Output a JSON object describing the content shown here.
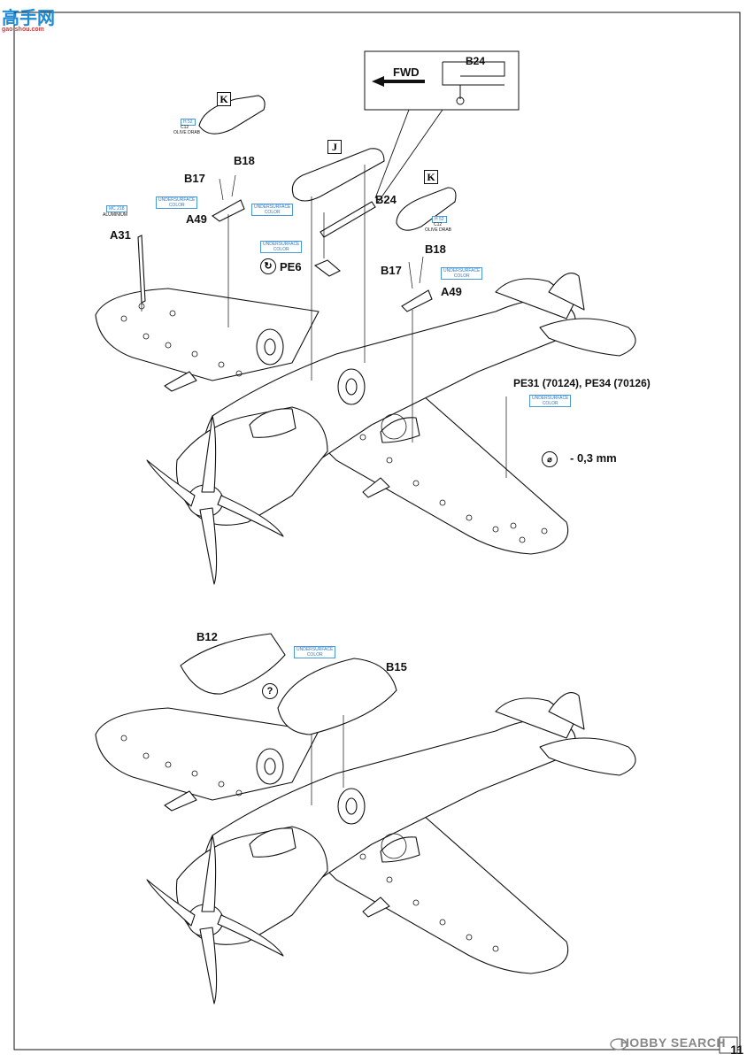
{
  "watermark_top": {
    "chars": "高手网",
    "url": "gao-shou.com"
  },
  "watermark_bottom": "HOBBY SEARCH",
  "page_number": "11",
  "fwd_box": {
    "arrow_label": "FWD",
    "part": "B24"
  },
  "upper": {
    "part_k_left": "K",
    "part_k_right": "K",
    "part_j": "J",
    "b18_left": "B18",
    "b17_left": "B17",
    "a49_left": "A49",
    "a31": "A31",
    "b24": "B24",
    "pe6": "PE6",
    "b18_right": "B18",
    "b17_right": "B17",
    "a49_right": "A49",
    "pe31": "PE31 (70124), PE34 (70126)",
    "drill": "- 0,3 mm",
    "drill_symbol": "⌀",
    "h52_left": "H 52",
    "c12_left": "C12",
    "olive_left": "OLIVE DRAB",
    "h52_right": "H 52",
    "c12_right": "C12",
    "olive_right": "OLIVE DRAB",
    "mc218": "MC 218",
    "aluminium": "ALUMINIUM",
    "underside1": "UNDERSURFACE\nCOLOR",
    "underside2": "UNDERSURFACE\nCOLOR",
    "underside3": "UNDERSURFACE\nCOLOR",
    "underside4": "UNDERSURFACE\nCOLOR",
    "underside5": "UNDERSURFACE\nCOLOR",
    "pe6_symbol": "↻"
  },
  "lower": {
    "b12": "B12",
    "b15": "B15",
    "underside": "UNDERSURFACE\nCOLOR",
    "optional": "?"
  }
}
